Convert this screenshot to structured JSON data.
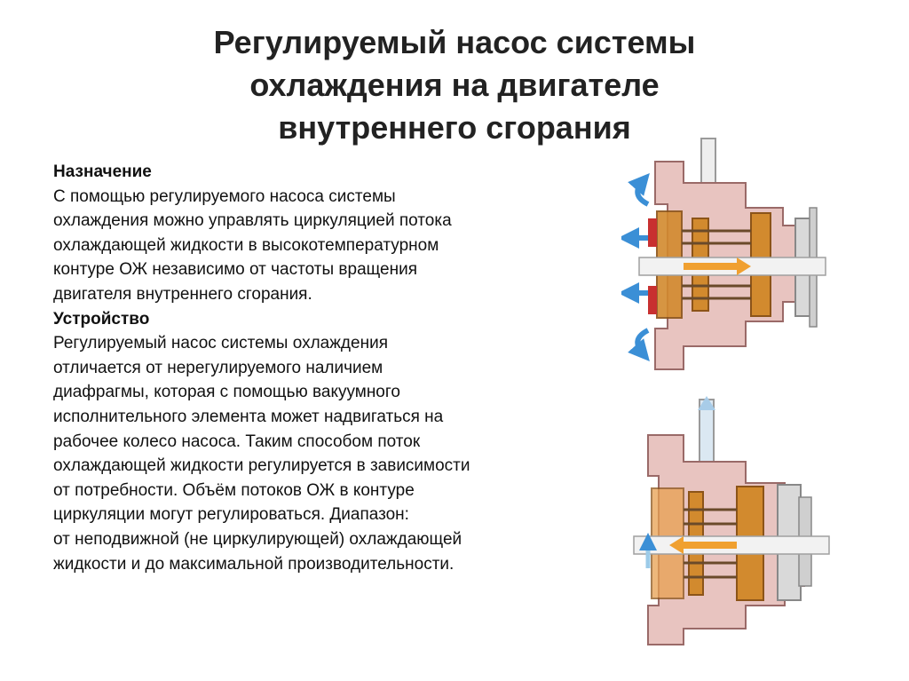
{
  "title_lines": [
    "Регулируемый насос системы",
    "охлаждения на двигателе",
    "внутреннего сгорания"
  ],
  "purpose": {
    "heading": "Назначение",
    "lines": [
      "С помощью регулируемого насоса системы",
      "охлаждения можно управлять циркуляцией потока",
      "охлаждающей жидкости в высокотемпературном",
      "контуре ОЖ независимо от частоты вращения",
      "двигателя внутреннего сгорания."
    ]
  },
  "design": {
    "heading": "Устройство",
    "lines": [
      "Регулируемый насос системы охлаждения",
      "отличается от нерегулируемого наличием",
      "диафрагмы, которая с помощью вакуумного",
      "исполнительного элемента может надвигаться на",
      "рабочее колесо насоса. Таким способом поток",
      "охлаждающей жидкости регулируется в зависимости",
      "от потребности. Объём потоков ОЖ в контуре",
      "циркуляции могут регулироваться. Диапазон:",
      "от неподвижной (не циркулирующей) охлаждающей",
      "жидкости и до максимальной производительности."
    ]
  },
  "colors": {
    "housing": "#e8c4c0",
    "housing_stroke": "#9a6a68",
    "impeller": "#d28a2e",
    "impeller_dark": "#8c5418",
    "shaft": "#f2f2f2",
    "pulley": "#d9d9d9",
    "flow_arrow": "#3b8fd6",
    "inner_arrow": "#f0a030",
    "red_seal": "#c83030"
  }
}
